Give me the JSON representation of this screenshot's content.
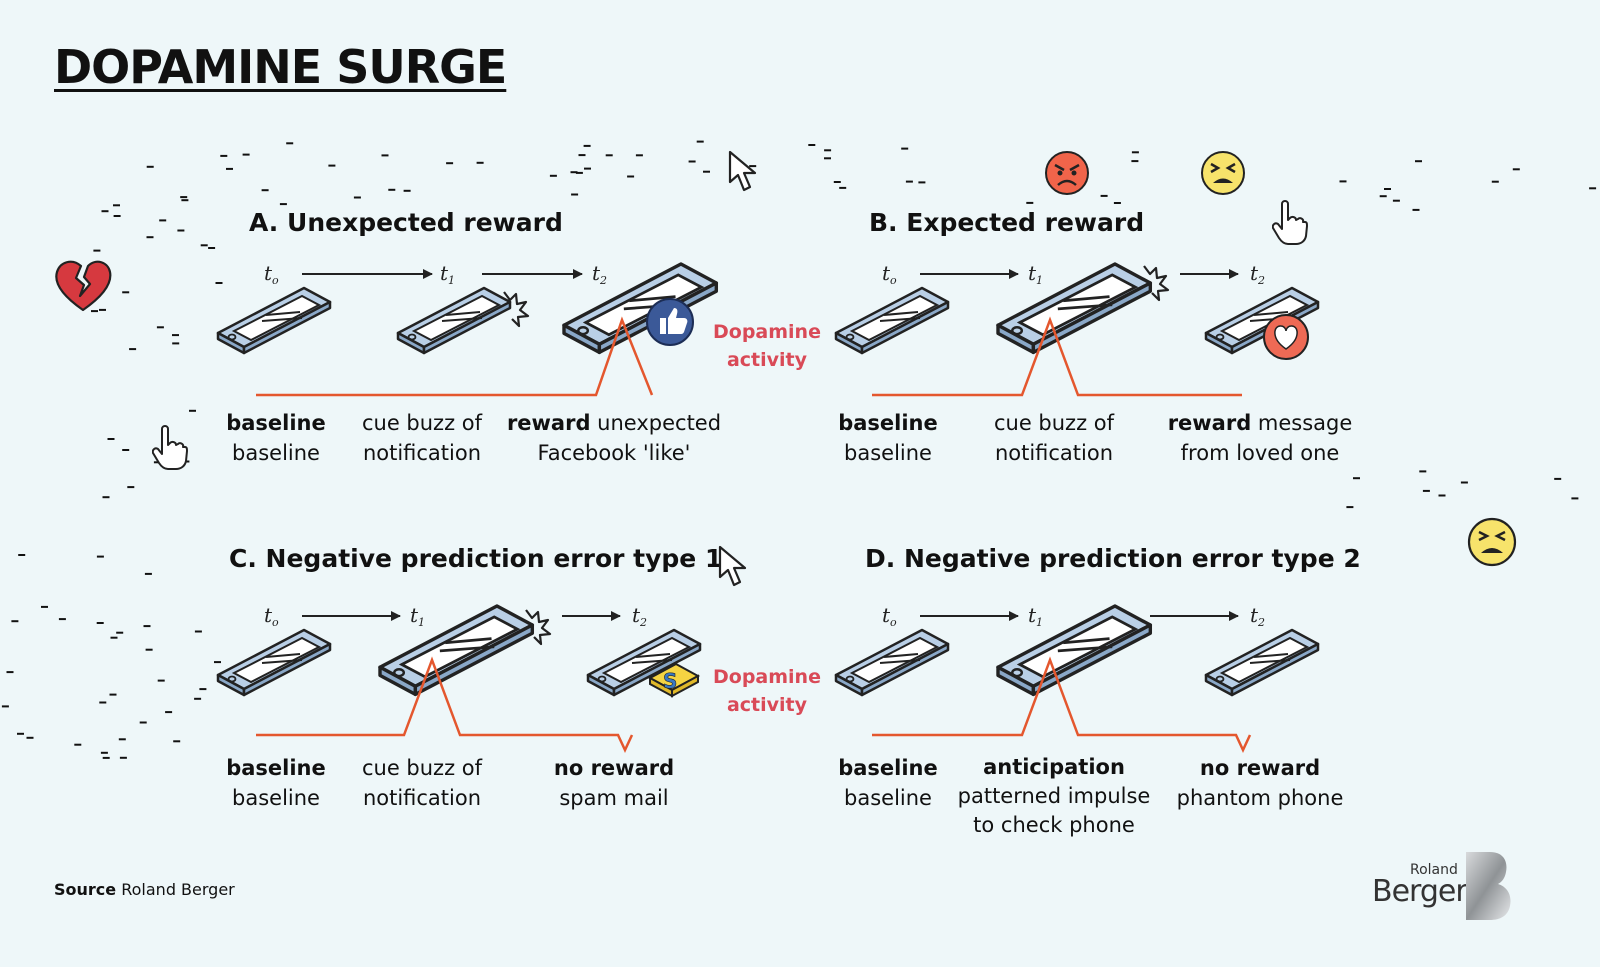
{
  "title": "DOPAMINE SURGE",
  "time_labels": [
    "t",
    "t",
    "t"
  ],
  "time_subscripts": [
    "o",
    "1",
    "2"
  ],
  "dopamine_label": [
    "Dopamine",
    "activity"
  ],
  "panels": {
    "a": {
      "title": "A. Unexpected reward",
      "labels": [
        {
          "bold": "baseline",
          "rest": "",
          "line2": "baseline"
        },
        {
          "bold": "",
          "rest": "cue buzz of",
          "line2": "notification"
        },
        {
          "bold": "reward",
          "rest": " unexpected",
          "line2": "Facebook 'like'"
        }
      ]
    },
    "b": {
      "title": "B. Expected reward",
      "labels": [
        {
          "bold": "baseline",
          "rest": "",
          "line2": "baseline"
        },
        {
          "bold": "",
          "rest": "cue buzz of",
          "line2": "notification"
        },
        {
          "bold": "reward",
          "rest": " message",
          "line2": "from loved one"
        }
      ]
    },
    "c": {
      "title": "C. Negative prediction error type 1",
      "labels": [
        {
          "bold": "baseline",
          "rest": "",
          "line2": "baseline"
        },
        {
          "bold": "",
          "rest": "cue buzz of",
          "line2": "notification"
        },
        {
          "bold": "no reward",
          "rest": "",
          "line2": "spam mail"
        }
      ]
    },
    "d": {
      "title": "D. Negative prediction error type 2",
      "labels": [
        {
          "bold": "anticipation",
          "rest": "",
          "line2": "patterned impulse",
          "line3": "to check phone"
        },
        {
          "bold": "baseline",
          "rest": "",
          "line2": "baseline"
        },
        {
          "bold": "no reward",
          "rest": "",
          "line2": "phantom phone"
        }
      ]
    }
  },
  "source": {
    "label": "Source",
    "text": "Roland Berger"
  },
  "logo": {
    "line1": "Roland",
    "line2": "Berger"
  },
  "colors": {
    "line": "#e4572e",
    "dopamine": "#d94a57",
    "phone": "#b9cfe6",
    "background": "#eef7f9"
  }
}
